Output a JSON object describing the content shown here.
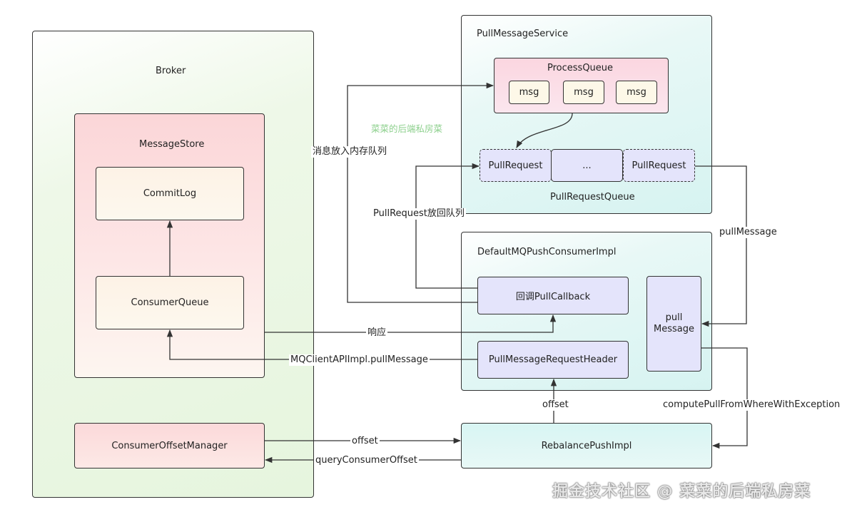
{
  "broker": {
    "title": "Broker",
    "message_store": {
      "title": "MessageStore",
      "commit_log": "CommitLog",
      "consumer_queue": "ConsumerQueue"
    },
    "consumer_offset_manager": "ConsumerOffsetManager"
  },
  "pull_message_service": {
    "title": "PullMessageService",
    "process_queue": {
      "title": "ProcessQueue",
      "msgs": [
        "msg",
        "msg",
        "msg"
      ]
    },
    "pull_request_queue": {
      "title": "PullRequestQueue",
      "items": [
        "PullRequest",
        "...",
        "PullRequest"
      ]
    }
  },
  "default_consumer": {
    "title": "DefaultMQPushConsumerImpl",
    "callback": "回调PullCallback",
    "request_header": "PullMessageRequestHeader",
    "pull_message": [
      "pull",
      "Message"
    ]
  },
  "rebalance": "RebalancePushImpl",
  "edges": {
    "put_in_memory_queue": "消息放入内存队列",
    "put_back": "PullRequest放回队列",
    "pull_message": "pullMessage",
    "response": "响应",
    "client_api": "MQClientAPIImpl.pullMessage",
    "offset_up": "offset",
    "compute_pull": "computePullFromWhereWithException",
    "offset": "offset",
    "query_offset": "queryConsumerOffset"
  },
  "watermarks": {
    "inner": "菜菜的后端私房菜",
    "corner": "掘金技术社区 @ 菜菜的后端私房菜"
  },
  "colors": {
    "green_bg": "#eaf7e4",
    "pink_bg": "#fde0e2",
    "cyan_bg": "#d8f5f3",
    "lavender_bg": "#e6e6fb",
    "cream_bg": "#fdf3e6",
    "line": "#333333"
  }
}
